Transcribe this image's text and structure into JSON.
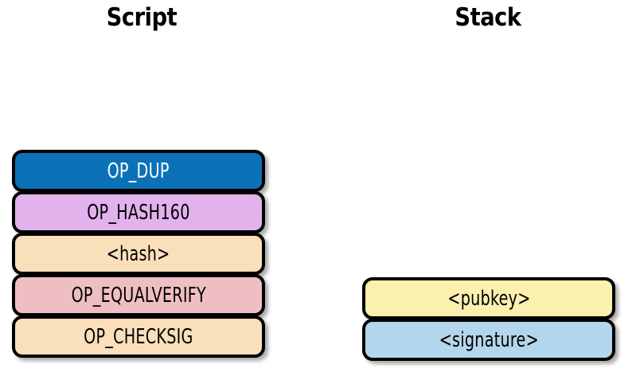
{
  "columns": {
    "script": {
      "title": "Script"
    },
    "stack": {
      "title": "Stack"
    }
  },
  "colors": {
    "blue": "#0B72B8",
    "purple": "#E2B2EC",
    "peach": "#FADFBB",
    "pink": "#EFBEC3",
    "yellow": "#FCF0AE",
    "light_blue": "#B4D6EC",
    "outline": "#000000",
    "background": "#FFFFFF",
    "text_dark": "#000000",
    "text_light": "#FFFFFF"
  },
  "script_items": [
    {
      "label": "OP_DUP",
      "fill": "#0B72B8",
      "text": "light"
    },
    {
      "label": "OP_HASH160",
      "fill": "#E2B2EC",
      "text": "dark"
    },
    {
      "label": "<hash>",
      "fill": "#FADFBB",
      "text": "dark"
    },
    {
      "label": "OP_EQUALVERIFY",
      "fill": "#EFBEC3",
      "text": "dark"
    },
    {
      "label": "OP_CHECKSIG",
      "fill": "#FADFBB",
      "text": "dark"
    }
  ],
  "stack_items": [
    {
      "label": "<pubkey>",
      "fill": "#FCF0AE",
      "text": "dark"
    },
    {
      "label": "<signature>",
      "fill": "#B4D6EC",
      "text": "dark"
    }
  ]
}
